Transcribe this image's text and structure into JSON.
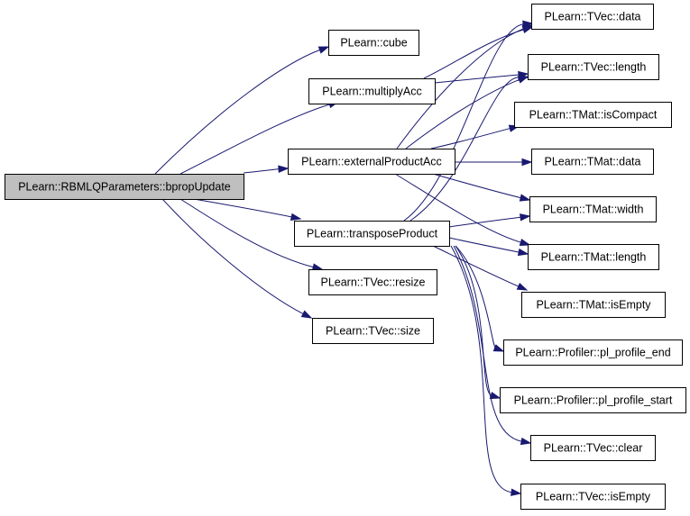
{
  "diagram": {
    "nodes": [
      {
        "id": "root",
        "label": "PLearn::RBMLQParameters::bpropUpdate",
        "root": true
      },
      {
        "id": "cube",
        "label": "PLearn::cube"
      },
      {
        "id": "multiplyAcc",
        "label": "PLearn::multiplyAcc"
      },
      {
        "id": "externalProductAcc",
        "label": "PLearn::externalProductAcc"
      },
      {
        "id": "transposeProduct",
        "label": "PLearn::transposeProduct"
      },
      {
        "id": "tvec_resize",
        "label": "PLearn::TVec::resize"
      },
      {
        "id": "tvec_size",
        "label": "PLearn::TVec::size"
      },
      {
        "id": "tvec_data",
        "label": "PLearn::TVec::data"
      },
      {
        "id": "tvec_length",
        "label": "PLearn::TVec::length"
      },
      {
        "id": "tmat_isCompact",
        "label": "PLearn::TMat::isCompact"
      },
      {
        "id": "tmat_data",
        "label": "PLearn::TMat::data"
      },
      {
        "id": "tmat_width",
        "label": "PLearn::TMat::width"
      },
      {
        "id": "tmat_length",
        "label": "PLearn::TMat::length"
      },
      {
        "id": "tmat_isEmpty",
        "label": "PLearn::TMat::isEmpty"
      },
      {
        "id": "profile_end",
        "label": "PLearn::Profiler::pl_profile_end"
      },
      {
        "id": "profile_start",
        "label": "PLearn::Profiler::pl_profile_start"
      },
      {
        "id": "tvec_clear",
        "label": "PLearn::TVec::clear"
      },
      {
        "id": "tvec_isEmpty",
        "label": "PLearn::TVec::isEmpty"
      }
    ],
    "edges": [
      {
        "from": "root",
        "to": "cube"
      },
      {
        "from": "root",
        "to": "multiplyAcc"
      },
      {
        "from": "root",
        "to": "externalProductAcc"
      },
      {
        "from": "root",
        "to": "transposeProduct"
      },
      {
        "from": "root",
        "to": "tvec_resize"
      },
      {
        "from": "root",
        "to": "tvec_size"
      },
      {
        "from": "multiplyAcc",
        "to": "tvec_data"
      },
      {
        "from": "multiplyAcc",
        "to": "tvec_length"
      },
      {
        "from": "externalProductAcc",
        "to": "tvec_data"
      },
      {
        "from": "externalProductAcc",
        "to": "tvec_length"
      },
      {
        "from": "externalProductAcc",
        "to": "tmat_isCompact"
      },
      {
        "from": "externalProductAcc",
        "to": "tmat_data"
      },
      {
        "from": "externalProductAcc",
        "to": "tmat_width"
      },
      {
        "from": "externalProductAcc",
        "to": "tmat_length"
      },
      {
        "from": "transposeProduct",
        "to": "tvec_data"
      },
      {
        "from": "transposeProduct",
        "to": "tvec_length"
      },
      {
        "from": "transposeProduct",
        "to": "tmat_width"
      },
      {
        "from": "transposeProduct",
        "to": "tmat_length"
      },
      {
        "from": "transposeProduct",
        "to": "tmat_isEmpty"
      },
      {
        "from": "transposeProduct",
        "to": "profile_end"
      },
      {
        "from": "transposeProduct",
        "to": "profile_start"
      },
      {
        "from": "transposeProduct",
        "to": "tvec_clear"
      },
      {
        "from": "transposeProduct",
        "to": "tvec_isEmpty"
      }
    ]
  },
  "colors": {
    "edge": "#191970",
    "root_fill": "#bfbfbf",
    "node_fill": "#ffffff",
    "border": "#000000"
  }
}
